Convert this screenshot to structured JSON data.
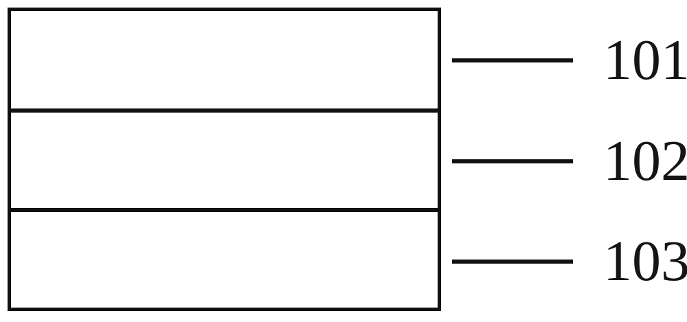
{
  "figure": {
    "type": "layered-stack-cross-section",
    "background_color": "#ffffff",
    "line_color": "#111111",
    "layers": [
      {
        "reference_numeral": "101",
        "position": "top"
      },
      {
        "reference_numeral": "102",
        "position": "middle"
      },
      {
        "reference_numeral": "103",
        "position": "bottom"
      }
    ],
    "callouts": [
      {
        "label": "101",
        "leader": "leader-line-icon"
      },
      {
        "label": "102",
        "leader": "leader-line-icon"
      },
      {
        "label": "103",
        "leader": "leader-line-icon"
      }
    ]
  }
}
